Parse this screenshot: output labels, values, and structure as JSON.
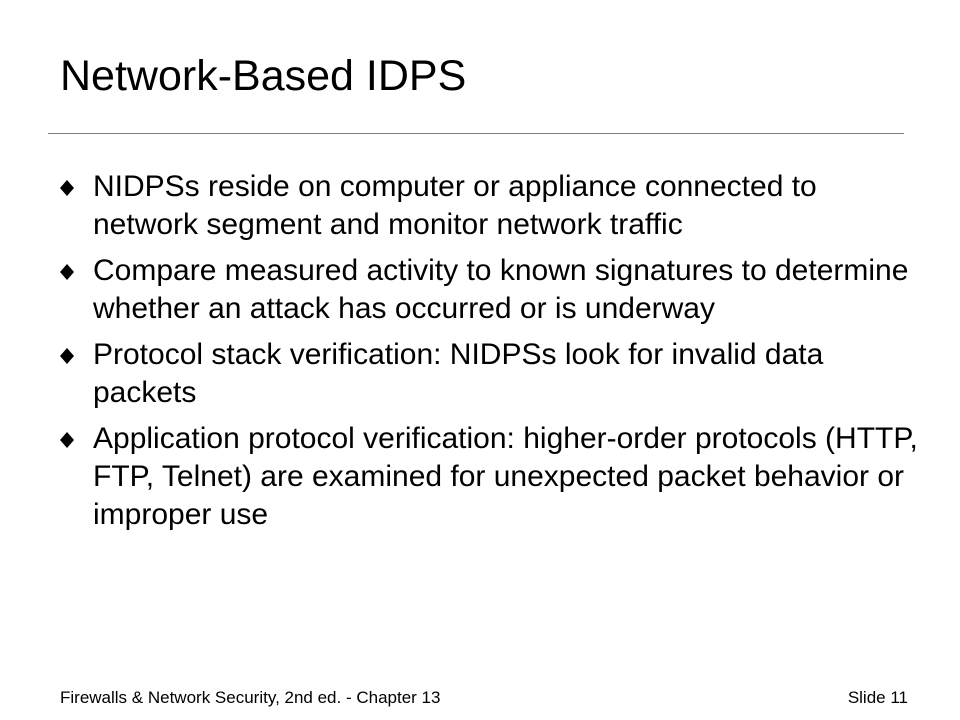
{
  "slide": {
    "title": "Network-Based IDPS",
    "bullet_icon": "diamond-icon",
    "bullets": [
      "NIDPSs reside on computer or appliance connected to network segment and monitor network traffic",
      "Compare measured activity to known signatures to determine whether an attack has occurred or is underway",
      "Protocol stack verification: NIDPSs look for invalid data packets",
      "Application protocol verification: higher-order protocols (HTTP, FTP, Telnet) are examined for unexpected packet behavior or improper use"
    ],
    "footer_left": "Firewalls & Network Security, 2nd ed. - Chapter 13",
    "footer_right": "Slide 11"
  },
  "colors": {
    "text": "#000000",
    "background": "#ffffff",
    "rule": "#7f7f7f"
  }
}
